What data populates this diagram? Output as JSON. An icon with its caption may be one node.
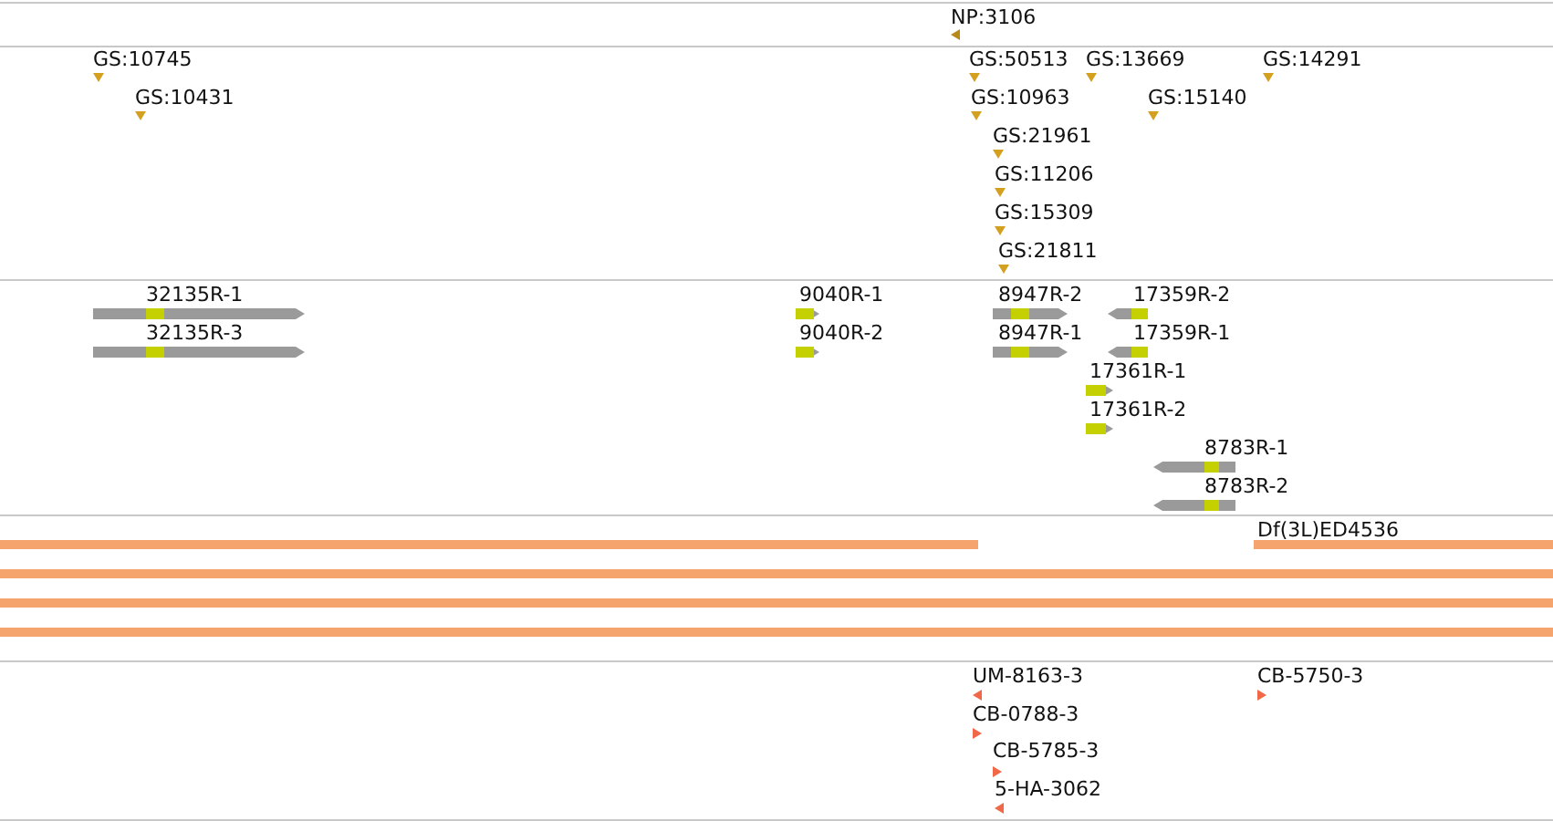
{
  "diagram": {
    "labels": [
      "NP:3106",
      "GS:10745",
      "GS:50513",
      "GS:13669",
      "GS:14291",
      "GS:10431",
      "GS:10963",
      "GS:15140",
      "GS:21961",
      "GS:11206",
      "GS:15309",
      "GS:21811",
      "32135R-1",
      "9040R-1",
      "8947R-2",
      "17359R-2",
      "32135R-3",
      "9040R-2",
      "8947R-1",
      "17359R-1",
      "17361R-1",
      "17361R-2",
      "8783R-1",
      "8783R-2",
      "Df(3L)ED4536",
      "UM-8163-3",
      "CB-5750-3",
      "CB-0788-3",
      "CB-5785-3",
      "5-HA-3062"
    ]
  }
}
